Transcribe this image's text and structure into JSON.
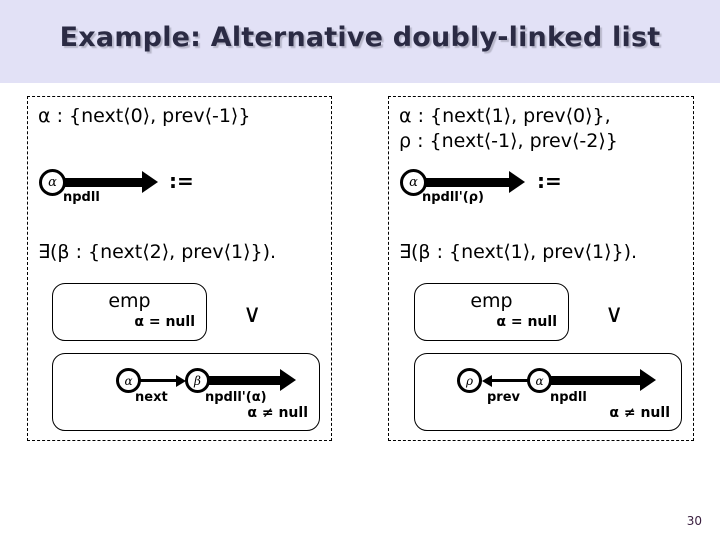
{
  "slide": {
    "title": "Example: Alternative doubly-linked list",
    "page_number": "30",
    "band_color": "#e2e1f6",
    "title_color": "#2b2b44",
    "page_number_color": "#3b2040"
  },
  "left_panel": {
    "state_line_1": "α : {next⟨0⟩, prev⟨-1⟩}",
    "state_line_2": "",
    "predicate_node": "α",
    "predicate_edge_label": "npdll",
    "assignment_symbol": ":=",
    "exists_line": "∃(β : {next⟨2⟩, prev⟨1⟩}).",
    "or_symbol": "∨",
    "empty_case": {
      "body": "emp",
      "condition": "α = null"
    },
    "nonempty_case": {
      "node_from": "α",
      "node_to": "β",
      "edge_label_thin": "next",
      "edge_label_thick": "npdll'(α)",
      "condition": "α ≠ null"
    }
  },
  "right_panel": {
    "state_line_1": "α : {next⟨1⟩, prev⟨0⟩},",
    "state_line_2": "ρ : {next⟨-1⟩, prev⟨-2⟩}",
    "predicate_node": "α",
    "predicate_edge_label": "npdll'(ρ)",
    "assignment_symbol": ":=",
    "exists_line": "∃(β : {next⟨1⟩, prev⟨1⟩}).",
    "or_symbol": "∨",
    "empty_case": {
      "body": "emp",
      "condition": "α = null"
    },
    "nonempty_case": {
      "node_from": "α",
      "node_to": "ρ",
      "edge_label_thin": "prev",
      "edge_label_thick": "npdll",
      "condition": "α ≠ null"
    }
  }
}
